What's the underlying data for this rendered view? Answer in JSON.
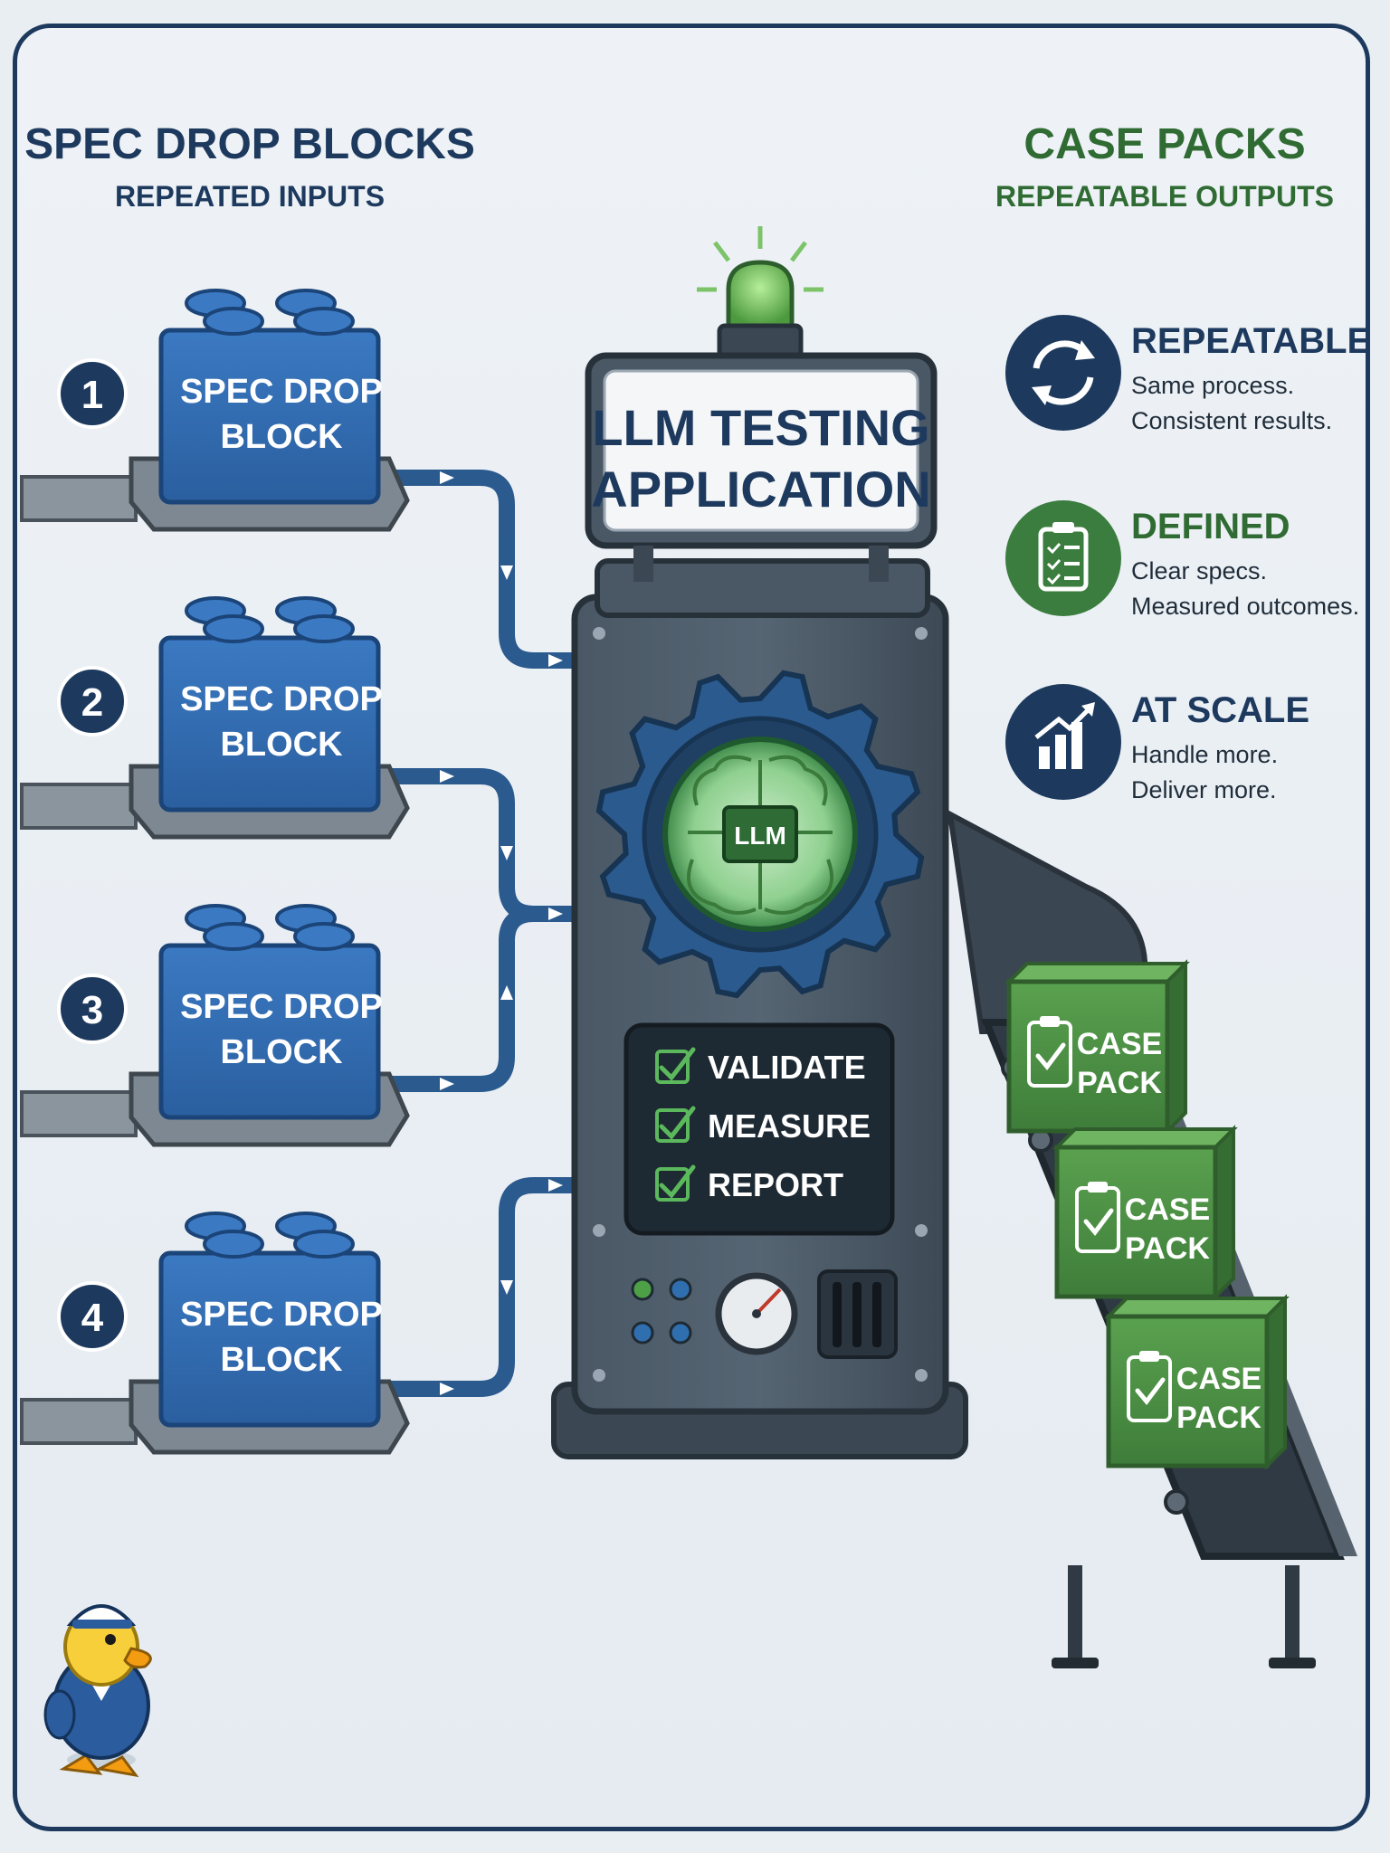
{
  "colors": {
    "navy": "#1d3a5e",
    "block_blue": "#2d66ad",
    "green": "#3f7f3f",
    "machine": "#3e4c5a",
    "pipe": "#2b5a8f"
  },
  "left_header": {
    "title": "SPEC DROP BLOCKS",
    "subtitle": "REPEATED INPUTS"
  },
  "right_header": {
    "title": "CASE PACKS",
    "subtitle": "REPEATABLE OUTPUTS"
  },
  "inputs": [
    {
      "number": "1",
      "line1": "SPEC DROP",
      "line2": "BLOCK"
    },
    {
      "number": "2",
      "line1": "SPEC DROP",
      "line2": "BLOCK"
    },
    {
      "number": "3",
      "line1": "SPEC DROP",
      "line2": "BLOCK"
    },
    {
      "number": "4",
      "line1": "SPEC DROP",
      "line2": "BLOCK"
    }
  ],
  "machine": {
    "sign_line1": "LLM TESTING",
    "sign_line2": "APPLICATION",
    "chip_label": "LLM",
    "steps": [
      "VALIDATE",
      "MEASURE",
      "REPORT"
    ]
  },
  "outputs": [
    {
      "line1": "CASE",
      "line2": "PACK"
    },
    {
      "line1": "CASE",
      "line2": "PACK"
    },
    {
      "line1": "CASE",
      "line2": "PACK"
    }
  ],
  "features": [
    {
      "title": "REPEATABLE",
      "line1": "Same process.",
      "line2": "Consistent results.",
      "icon": "refresh-icon",
      "color": "#1d3a5e",
      "title_color": "#1d3a5e"
    },
    {
      "title": "DEFINED",
      "line1": "Clear specs.",
      "line2": "Measured outcomes.",
      "icon": "checklist-icon",
      "color": "#3b7d3f",
      "title_color": "#2f6b33"
    },
    {
      "title": "AT SCALE",
      "line1": "Handle more.",
      "line2": "Deliver more.",
      "icon": "growth-chart-icon",
      "color": "#1d3a5e",
      "title_color": "#1d3a5e"
    }
  ],
  "mascot": {
    "icon": "sailor-duck-icon"
  }
}
